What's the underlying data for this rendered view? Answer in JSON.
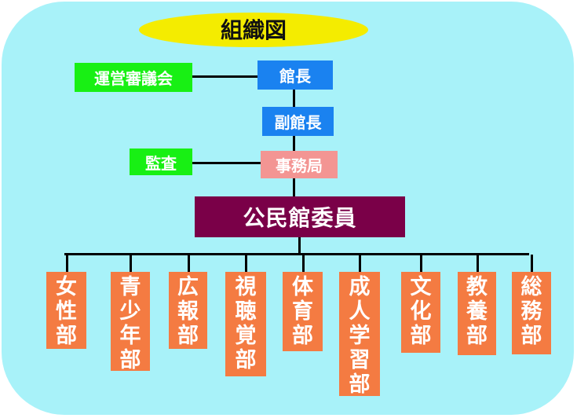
{
  "title": "組織図",
  "top_nodes": {
    "council": "運営審議会",
    "director": "館長",
    "vice_director": "副館長",
    "audit": "監査",
    "office": "事務局",
    "committee": "公民館委員"
  },
  "departments": [
    "女性部",
    "青少年部",
    "広報部",
    "視聴覚部",
    "体育部",
    "成人学習部",
    "文化部",
    "教養部",
    "総務部"
  ],
  "colors": {
    "background_panel": "#a8f2f9",
    "title_oval": "#f4ec00",
    "green_box": "#18f014",
    "blue_box": "#1a82f0",
    "pink_box": "#f39593",
    "maroon_box": "#7a0048",
    "orange_box": "#f47b42"
  }
}
